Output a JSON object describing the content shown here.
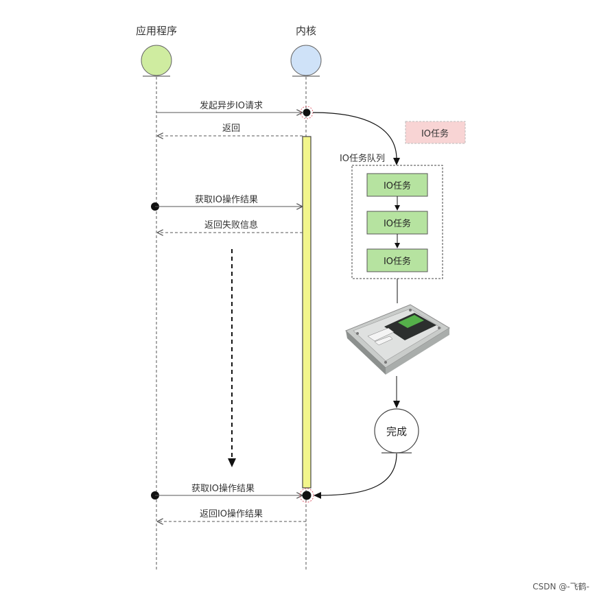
{
  "participants": {
    "app": "应用程序",
    "kernel": "内核"
  },
  "messages": {
    "async_request": "发起异步IO请求",
    "return": "返回",
    "get_result_1": "获取IO操作结果",
    "return_fail": "返回失败信息",
    "get_result_2": "获取IO操作结果",
    "return_result": "返回IO操作结果"
  },
  "queue": {
    "floating_task": "IO任务",
    "title": "IO任务队列",
    "tasks": [
      "IO任务",
      "IO任务",
      "IO任务"
    ]
  },
  "done": "完成",
  "hdd_icon": "hard-disk-drive-image",
  "colors": {
    "app_circle": "#cfeca0",
    "kernel_circle": "#cfe2f8",
    "activation_bar": "#f2f58c",
    "task_box": "#b6e3a0",
    "floating_task": "#f8d4d4",
    "endpoint_ring": "#e06070"
  },
  "watermark": "CSDN @-飞鹤-"
}
